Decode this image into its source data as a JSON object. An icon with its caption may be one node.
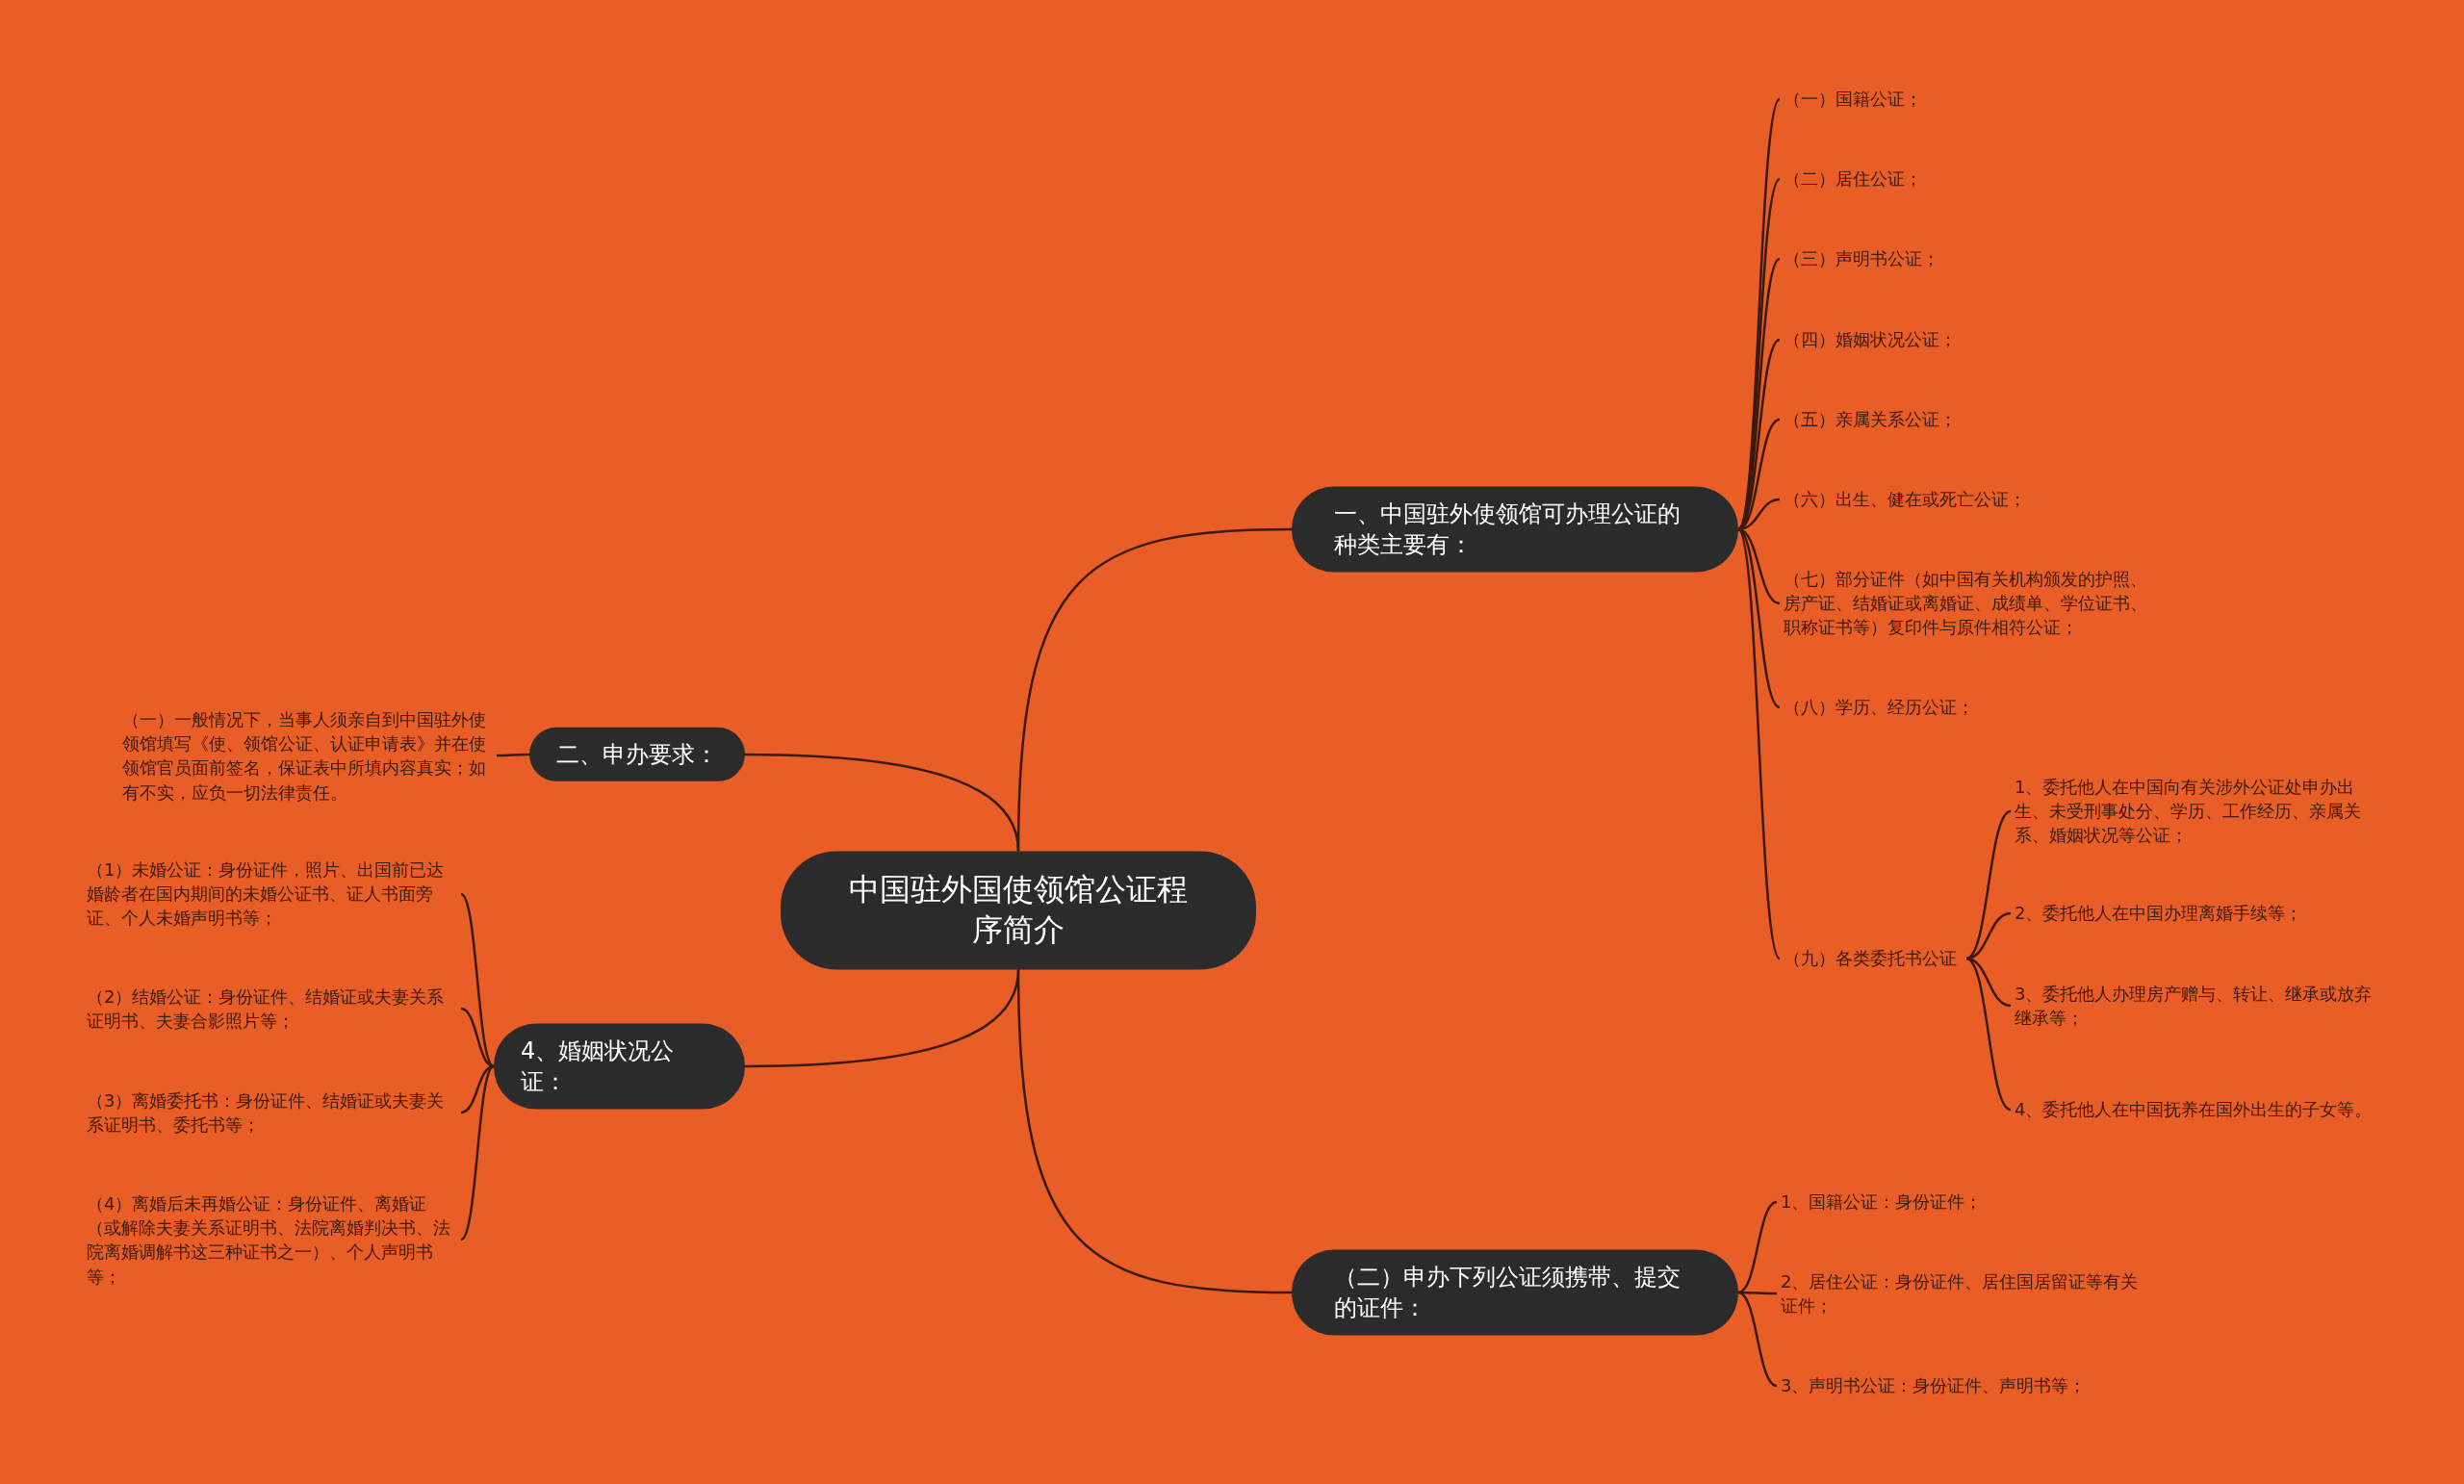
{
  "diagram": {
    "nodes": [
      {
        "text": [
          "中国驻外国使领馆公证程序简介"
        ]
      },
      {
        "text": [
          "一、中国驻外使领馆可办理公证的种类主要有："
        ]
      },
      {
        "text": [
          "（一）国籍公证；"
        ]
      },
      {
        "text": [
          "（二）居住公证；"
        ]
      },
      {
        "text": [
          "（三）声明书公证；"
        ]
      },
      {
        "text": [
          "（四）婚姻状况公证；"
        ]
      },
      {
        "text": [
          "（五）亲属关系公证；"
        ]
      },
      {
        "text": [
          "（六）出生、健在或死亡公证；"
        ]
      },
      {
        "text": [
          "（七）部分证件（如中国有关机构颁发的护照、房产证、结婚证或离婚证、成绩单、学位证书、职称证书等）复印件与原件相符公证；"
        ]
      },
      {
        "text": [
          "（八）学历、经历公证；"
        ]
      },
      {
        "text": [
          "（九）各类委托书公证"
        ]
      },
      {
        "text": [
          "1、委托他人在中国向有关涉外公证处申办出生、未受刑事处分、学历、工作经历、亲属关系、婚姻状况等公证；"
        ]
      },
      {
        "text": [
          "2、委托他人在中国办理离婚手续等；"
        ]
      },
      {
        "text": [
          "3、委托他人办理房产赠与、转让、继承或放弃继承等；"
        ]
      },
      {
        "text": [
          "4、委托他人在中国抚养在国外出生的子女等。"
        ]
      },
      {
        "text": [
          "（二）申办下列公证须携带、提交的证件："
        ]
      },
      {
        "text": [
          "1、国籍公证：身份证件；"
        ]
      },
      {
        "text": [
          "2、居住公证：身份证件、居住国居留证等有关证件；"
        ]
      },
      {
        "text": [
          "3、声明书公证：身份证件、声明书等；"
        ]
      },
      {
        "text": [
          "二、申办要求："
        ]
      },
      {
        "text": [
          "（一）一般情况下，当事人须亲自到中国驻外使领馆填写《使、领馆公证、认证申请表》并在使领馆官员面前签名，保证表中所填内容真实；如有不实，应负一切法律责任。"
        ]
      },
      {
        "text": [
          "4、婚姻状况公证："
        ]
      },
      {
        "text": [
          "（1）未婚公证：身份证件，照片、出国前已达婚龄者在国内期间的未婚公证书、证人书面旁证、个人未婚声明书等；"
        ]
      },
      {
        "text": [
          "（2）结婚公证：身份证件、结婚证或夫妻关系证明书、夫妻合影照片等；"
        ]
      },
      {
        "text": [
          "（3）离婚委托书：身份证件、结婚证或夫妻关系证明书、委托书等；"
        ]
      },
      {
        "text": [
          "（4）离婚后未再婚公证：身份证件、离婚证（或解除夫妻关系证明书、法院离婚判决书、法院离婚调解书这三种证书之一）、个人声明书等；"
        ]
      }
    ],
    "edges": [
      {
        "from": 0,
        "to": 1,
        "arrow": "none"
      },
      {
        "from": 1,
        "to": 2,
        "arrow": "none"
      },
      {
        "from": 1,
        "to": 3,
        "arrow": "none"
      },
      {
        "from": 1,
        "to": 4,
        "arrow": "none"
      },
      {
        "from": 1,
        "to": 5,
        "arrow": "none"
      },
      {
        "from": 1,
        "to": 6,
        "arrow": "none"
      },
      {
        "from": 1,
        "to": 7,
        "arrow": "none"
      },
      {
        "from": 1,
        "to": 8,
        "arrow": "none"
      },
      {
        "from": 1,
        "to": 9,
        "arrow": "none"
      },
      {
        "from": 1,
        "to": 10,
        "arrow": "none"
      },
      {
        "from": 10,
        "to": 11,
        "arrow": "none"
      },
      {
        "from": 10,
        "to": 12,
        "arrow": "none"
      },
      {
        "from": 10,
        "to": 13,
        "arrow": "none"
      },
      {
        "from": 10,
        "to": 14,
        "arrow": "none"
      },
      {
        "from": 0,
        "to": 15,
        "arrow": "none"
      },
      {
        "from": 15,
        "to": 16,
        "arrow": "none"
      },
      {
        "from": 15,
        "to": 17,
        "arrow": "none"
      },
      {
        "from": 15,
        "to": 18,
        "arrow": "none"
      },
      {
        "from": 0,
        "to": 19,
        "arrow": "none"
      },
      {
        "from": 19,
        "to": 20,
        "arrow": "none"
      },
      {
        "from": 0,
        "to": 21,
        "arrow": "none"
      },
      {
        "from": 21,
        "to": 22,
        "arrow": "none"
      },
      {
        "from": 21,
        "to": 23,
        "arrow": "none"
      },
      {
        "from": 21,
        "to": 24,
        "arrow": "none"
      },
      {
        "from": 21,
        "to": 25,
        "arrow": "none"
      }
    ]
  }
}
